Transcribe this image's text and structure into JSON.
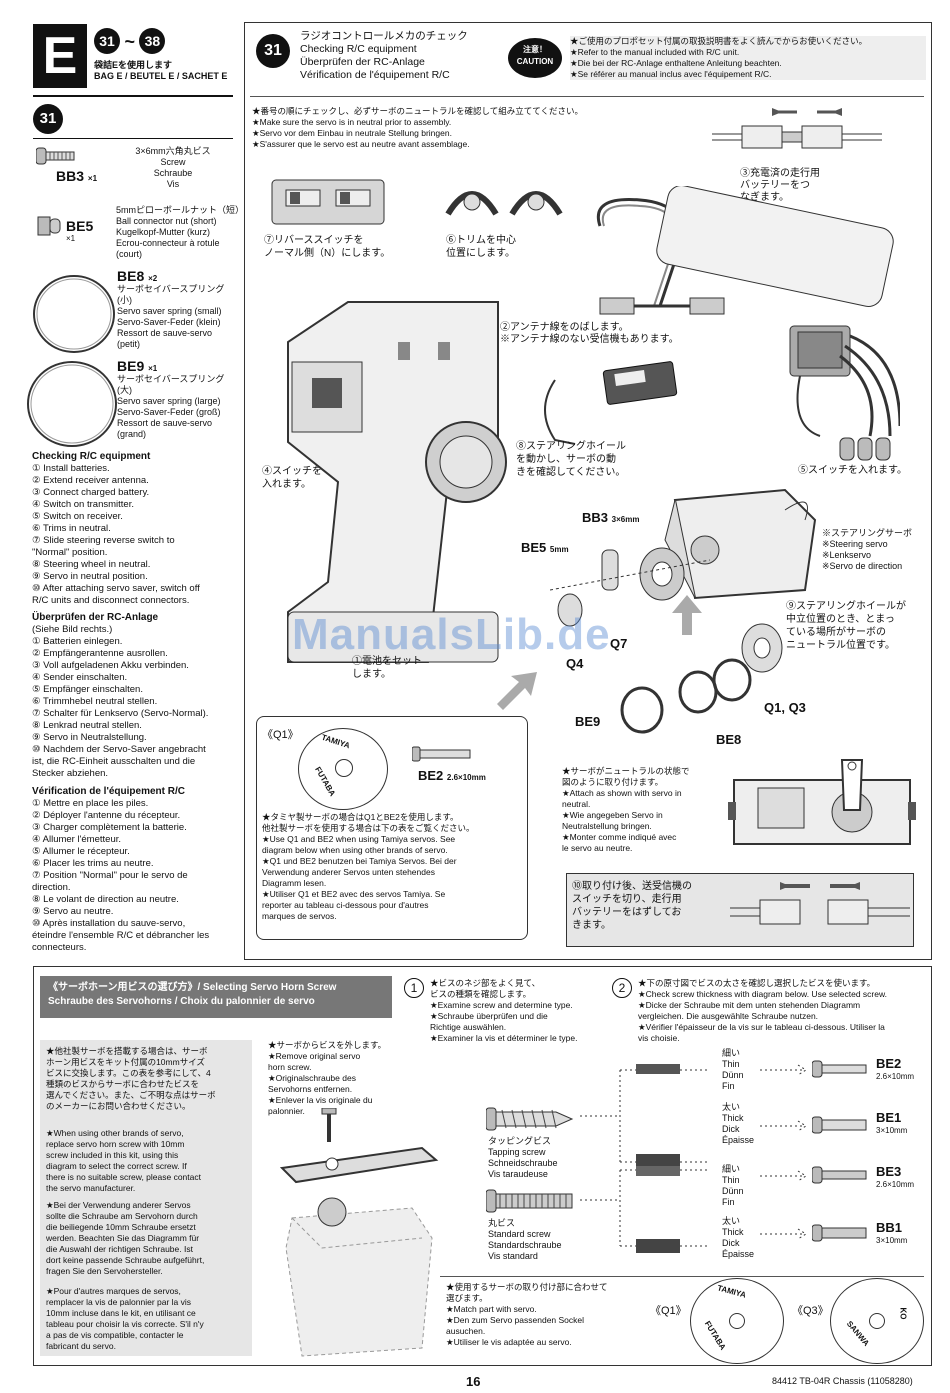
{
  "bag": {
    "letter": "E",
    "range_from": "31",
    "range_sep": "~",
    "range_to": "38",
    "use_text": "袋詰Eを使用します\nBAG E / BEUTEL E / SACHET E"
  },
  "parts": [
    {
      "code": "BB3",
      "qty": "×1",
      "desc": "3×6mm六角丸ビス\nScrew\nSchraube\nVis"
    },
    {
      "code": "BE5",
      "qty": "×1",
      "desc": "5mmピローボールナット（短）\nBall connector nut (short)\nKugelkopf-Mutter (kurz)\nEcrou-connecteur à rotule\n(court)"
    },
    {
      "code": "BE8",
      "qty": "×2",
      "desc": "サーボセイバースプリング\n(小)\nServo saver spring (small)\nServo-Saver-Feder (klein)\nRessort de sauve-servo\n(petit)"
    },
    {
      "code": "BE9",
      "qty": "×1",
      "desc": "サーボセイバースプリング\n(大)\nServo saver spring (large)\nServo-Saver-Feder (groß)\nRessort de sauve-servo\n(grand)"
    }
  ],
  "step": {
    "number": "31",
    "title": "ラジオコントロールメカのチェック\nChecking R/C equipment\nÜberprüfen der RC-Anlage\nVérification de l'équipement R/C"
  },
  "caution": {
    "badge": "注意！\nCAUTION",
    "text": "★ご使用のプロポセット付属の取扱説明書をよく読んでからお使いください。\n★Refer to the manual included with R/C unit.\n★Die bei der RC-Anlage enthaltene Anleitung beachten.\n★Se référer au manual inclus avec l'équipement R/C."
  },
  "neutral_note": "★番号の順にチェックし、必ずサーボのニュートラルを確認して組み立ててください。\n★Make sure the servo is in neutral prior to assembly.\n★Servo vor dem Einbau in neutrale Stellung bringen.\n★S'assurer que le servo est au neutre avant assemblage.",
  "check_lists": [
    {
      "heading": "Checking R/C equipment",
      "items": [
        "① Install batteries.",
        "② Extend receiver antenna.",
        "③ Connect charged battery.",
        "④ Switch on transmitter.",
        "⑤ Switch on receiver.",
        "⑥ Trims in neutral.",
        "⑦ Slide steering reverse switch to\n\"Normal\" position.",
        "⑧ Steering wheel in neutral.",
        "⑨ Servo in neutral position.",
        "⑩ After attaching servo saver, switch off\nR/C units and disconnect connectors."
      ]
    },
    {
      "heading": "Überprüfen der RC-Anlage",
      "sub": "(Siehe Bild rechts.)",
      "items": [
        "① Batterien einlegen.",
        "② Empfängerantenne ausrollen.",
        "③ Voll aufgeladenen Akku verbinden.",
        "④ Sender einschalten.",
        "⑤ Empfänger einschalten.",
        "⑥ Trimmhebel neutral stellen.",
        "⑦ Schalter für Lenkservo (Servo-Normal).",
        "⑧ Lenkrad neutral stellen.",
        "⑨ Servo in Neutralstellung.",
        "⑩ Nachdem der Servo-Saver angebracht\nist, die RC-Einheit ausschalten und die\nStecker abziehen."
      ]
    },
    {
      "heading": "Vérification de l'équipement R/C",
      "items": [
        "① Mettre en place les piles.",
        "② Déployer l'antenne du récepteur.",
        "③ Charger complètement la batterie.",
        "④ Allumer l'émetteur.",
        "⑤ Allumer le récepteur.",
        "⑥ Placer les trims au neutre.",
        "⑦ Position \"Normal\" pour le servo de\ndirection.",
        "⑧ Le volant de direction au neutre.",
        "⑨ Servo au neutre.",
        "⑩ Après installation du sauve-servo,\néteindre l'ensemble R/C et débrancher les\nconnecteurs."
      ]
    }
  ],
  "diagram_callouts": {
    "c3": "③充電済の走行用\nバッテリーをつ\nなぎます。",
    "c7": "⑦リバーススイッチを\nノーマル側（N）にします。",
    "c6": "⑥トリムを中心\n位置にします。",
    "c2": "②アンテナ線をのばします。\n※アンテナ線のない受信機もあります。",
    "c8": "⑧ステアリングホイール\nを動かし、サーボの動\nきを確認してください。",
    "c4": "④スイッチを\n入れます。",
    "c5": "⑤スイッチを入れます。",
    "c1": "①電池をセット\nします。",
    "servo_label": "※ステアリングサーボ\n※Steering servo\n※Lenkservo\n※Servo de direction",
    "c9": "⑨ステアリングホイールが\n中立位置のとき、とまっ\nている場所がサーボの\nニュートラル位置です。"
  },
  "assembly_labels": {
    "bb3": "BB3",
    "bb3_size": "3×6mm",
    "be5": "BE5",
    "be5_size": "5mm",
    "q4": "Q4",
    "q7": "Q7",
    "be9": "BE9",
    "be8": "BE8",
    "q1q3": "Q1, Q3"
  },
  "horn_box": {
    "label": "《Q1》",
    "disc_top": "TAMIYA",
    "disc_bottom": "FUTABA",
    "screw": "BE2",
    "screw_size": "2.6×10mm",
    "text": "★タミヤ製サーボの場合はQ1とBE2を使用します。\n他社製サーボを使用する場合は下の表をご覧ください。\n★Use Q1 and BE2 when using Tamiya servos. See\ndiagram below when using other brands of servo.\n★Q1 und BE2 benutzen bei Tamiya Servos. Bei der\nVerwendung anderer Servos unten stehendes\nDiagramm lesen.\n★Utiliser Q1 et BE2 avec des servos Tamiya. Se\nreporter au tableau ci-dessous pour d'autres\nmarques de servos."
  },
  "attach_note": "★サーボがニュートラルの状態で\n図のように取り付けます。\n★Attach as shown with servo in\nneutral.\n★Wie angegeben Servo in\nNeutralstellung bringen.\n★Monter comme indiqué avec\nle servo au neutre.",
  "step10_note": "⑩取り付け後、送受信機の\nスイッチを切り、走行用\nバッテリーをはずしてお\nきます。",
  "watermark": "ManualsLib.de",
  "lower": {
    "heading": "《サーボホーン用ビスの選び方》/ Selecting Servo Horn Screw\nSchraube des Servohorns / Choix du palonnier de servo",
    "intro": "★他社製サーボを搭載する場合は、サーボ\nホーン用ビスをキット付属の10mmサイズ\nビスに交換します。この表を参考にして、4\n種類のビスからサーボに合わせたビスを\n選んでください。また、ご不明な点はサーボ\nのメーカーにお問い合わせください。",
    "intro_en": "★When using other brands of servo,\nreplace servo horn screw with 10mm\nscrew included in this kit, using this\ndiagram to select the correct screw. If\nthere is no suitable screw, please contact\nthe servo manufacturer.",
    "intro_de": "★Bei der Verwendung anderer Servos\nsollte die Schraube am Servohorn durch\ndie beiliegende 10mm Schraube ersetzt\nwerden. Beachten Sie das Diagramm für\ndie Auswahl der richtigen Schraube. Ist\ndort keine passende Schraube aufgeführt,\nfragen Sie den Servohersteller.",
    "intro_fr": "★Pour d'autres marques de servos,\nremplacer la vis de palonnier par la vis\n10mm incluse dans le kit, en utilisant ce\ntableau pour choisir la vis correcte. S'il n'y\na pas de vis compatible, contacter le\nfabricant du servo.",
    "remove": "★サーボからビスを外します。\n★Remove original servo\nhorn screw.\n★Originalschraube des\nServohorns entfernen.\n★Enlever la vis originale du\npalonnier.",
    "step1_num": "1",
    "step1": "★ビスのネジ部をよく見て、\nビスの種類を確認します。\n★Examine screw and determine type.\n★Schraube überprüfen und die\nRichtige auswählen.\n★Examiner la vis et déterminer le type.",
    "step2_num": "2",
    "step2": "★下の原寸図でビスの太さを確認し選択したビスを使います。\n★Check screw thickness with diagram below. Use selected screw.\n★Dicke der Schraube mit dem unten stehenden Diagramm\nvergleichen. Die ausgewählte Schraube nutzen.\n★Vérifier l'épaisseur de la vis sur le tableau ci-dessous. Utiliser la\nvis choisie.",
    "tapping": "タッピングビス\nTapping screw\nSchneidschraube\nVis taraudeuse",
    "standard": "丸ビス\nStandard screw\nStandardschraube\nVis standard",
    "thin": "細い\nThin\nDünn\nFin",
    "thick": "太い\nThick\nDick\nÉpaisse",
    "results": [
      {
        "code": "BE2",
        "size": "2.6×10mm"
      },
      {
        "code": "BE1",
        "size": "3×10mm"
      },
      {
        "code": "BE3",
        "size": "2.6×10mm"
      },
      {
        "code": "BB1",
        "size": "3×10mm"
      }
    ],
    "match": "★使用するサーボの取り付け部に合わせて\n選びます。\n★Match part with servo.\n★Den zum Servo passenden Sockel\nausuchen.\n★Utiliser le vis adaptée au servo.",
    "q1": "《Q1》",
    "q3": "《Q3》",
    "q1_top": "TAMIYA",
    "q1_bottom": "FUTABA",
    "q3_top": "KO",
    "q3_bottom": "SANWA"
  },
  "footer": {
    "page": "16",
    "product": "84412 TB-04R Chassis (11058280)"
  }
}
